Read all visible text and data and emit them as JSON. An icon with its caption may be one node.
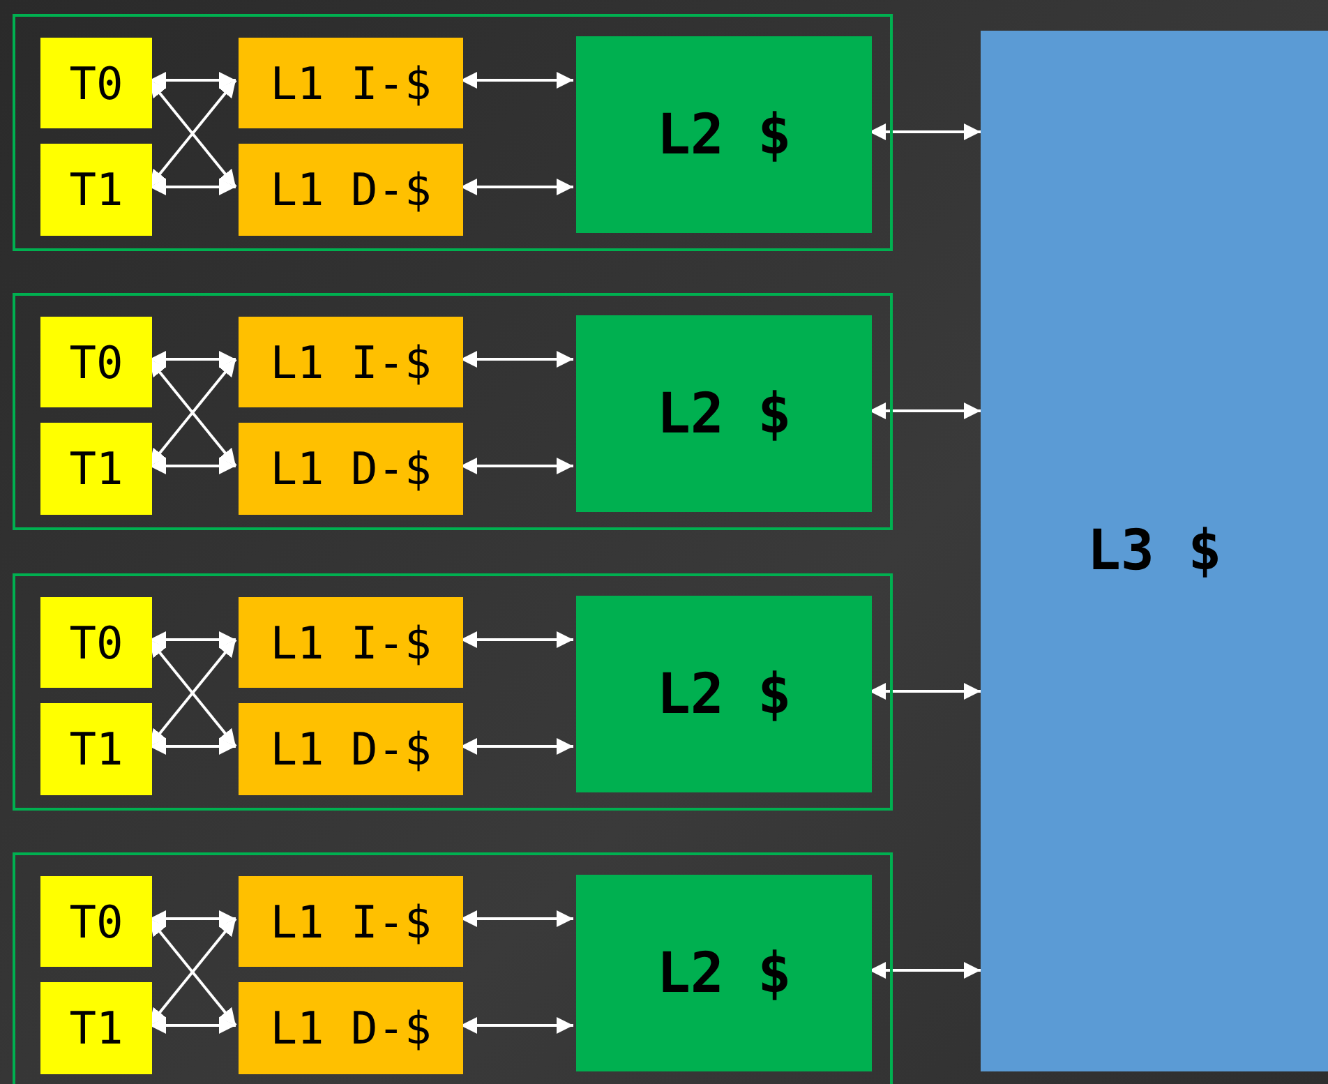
{
  "diagram": {
    "nodes": [
      {
        "text": [],
        "shape": "box"
      },
      {
        "text": [
          "T0"
        ],
        "in": 0
      },
      {
        "text": [
          "T1"
        ],
        "in": 0
      },
      {
        "text": [
          "L1 I-$"
        ],
        "in": 0
      },
      {
        "text": [
          "L1 D-$"
        ],
        "in": 0
      },
      {
        "text": [
          "L2 $"
        ],
        "in": 0
      },
      {
        "text": [],
        "shape": "box"
      },
      {
        "text": [
          "T0"
        ],
        "in": 6
      },
      {
        "text": [
          "T1"
        ],
        "in": 6
      },
      {
        "text": [
          "L1 I-$"
        ],
        "in": 6
      },
      {
        "text": [
          "L1 D-$"
        ],
        "in": 6
      },
      {
        "text": [
          "L2 $"
        ],
        "in": 6
      },
      {
        "text": [],
        "shape": "box"
      },
      {
        "text": [
          "T0"
        ],
        "in": 12
      },
      {
        "text": [
          "T1"
        ],
        "in": 12
      },
      {
        "text": [
          "L1 I-$"
        ],
        "in": 12
      },
      {
        "text": [
          "L1 D-$"
        ],
        "in": 12
      },
      {
        "text": [
          "L2 $"
        ],
        "in": 12
      },
      {
        "text": [],
        "shape": "box"
      },
      {
        "text": [
          "T0"
        ],
        "in": 18
      },
      {
        "text": [
          "T1"
        ],
        "in": 18
      },
      {
        "text": [
          "L1 I-$"
        ],
        "in": 18
      },
      {
        "text": [
          "L1 D-$"
        ],
        "in": 18
      },
      {
        "text": [
          "L2 $"
        ],
        "in": 18
      },
      {
        "text": [
          "L3 $"
        ]
      }
    ],
    "edges": [
      {
        "from": 1,
        "to": 3,
        "arrow": "both"
      },
      {
        "from": 1,
        "to": 4,
        "arrow": "both"
      },
      {
        "from": 2,
        "to": 3,
        "arrow": "both"
      },
      {
        "from": 2,
        "to": 4,
        "arrow": "both"
      },
      {
        "from": 3,
        "to": 5,
        "arrow": "both"
      },
      {
        "from": 4,
        "to": 5,
        "arrow": "both"
      },
      {
        "from": 5,
        "to": 24,
        "arrow": "both"
      },
      {
        "from": 7,
        "to": 9,
        "arrow": "both"
      },
      {
        "from": 7,
        "to": 10,
        "arrow": "both"
      },
      {
        "from": 8,
        "to": 9,
        "arrow": "both"
      },
      {
        "from": 8,
        "to": 10,
        "arrow": "both"
      },
      {
        "from": 9,
        "to": 11,
        "arrow": "both"
      },
      {
        "from": 10,
        "to": 11,
        "arrow": "both"
      },
      {
        "from": 11,
        "to": 24,
        "arrow": "both"
      },
      {
        "from": 13,
        "to": 15,
        "arrow": "both"
      },
      {
        "from": 13,
        "to": 16,
        "arrow": "both"
      },
      {
        "from": 14,
        "to": 15,
        "arrow": "both"
      },
      {
        "from": 14,
        "to": 16,
        "arrow": "both"
      },
      {
        "from": 15,
        "to": 17,
        "arrow": "both"
      },
      {
        "from": 16,
        "to": 17,
        "arrow": "both"
      },
      {
        "from": 17,
        "to": 24,
        "arrow": "both"
      },
      {
        "from": 19,
        "to": 21,
        "arrow": "both"
      },
      {
        "from": 19,
        "to": 22,
        "arrow": "both"
      },
      {
        "from": 20,
        "to": 21,
        "arrow": "both"
      },
      {
        "from": 20,
        "to": 22,
        "arrow": "both"
      },
      {
        "from": 21,
        "to": 23,
        "arrow": "both"
      },
      {
        "from": 22,
        "to": 23,
        "arrow": "both"
      },
      {
        "from": 23,
        "to": 24,
        "arrow": "both"
      }
    ]
  }
}
